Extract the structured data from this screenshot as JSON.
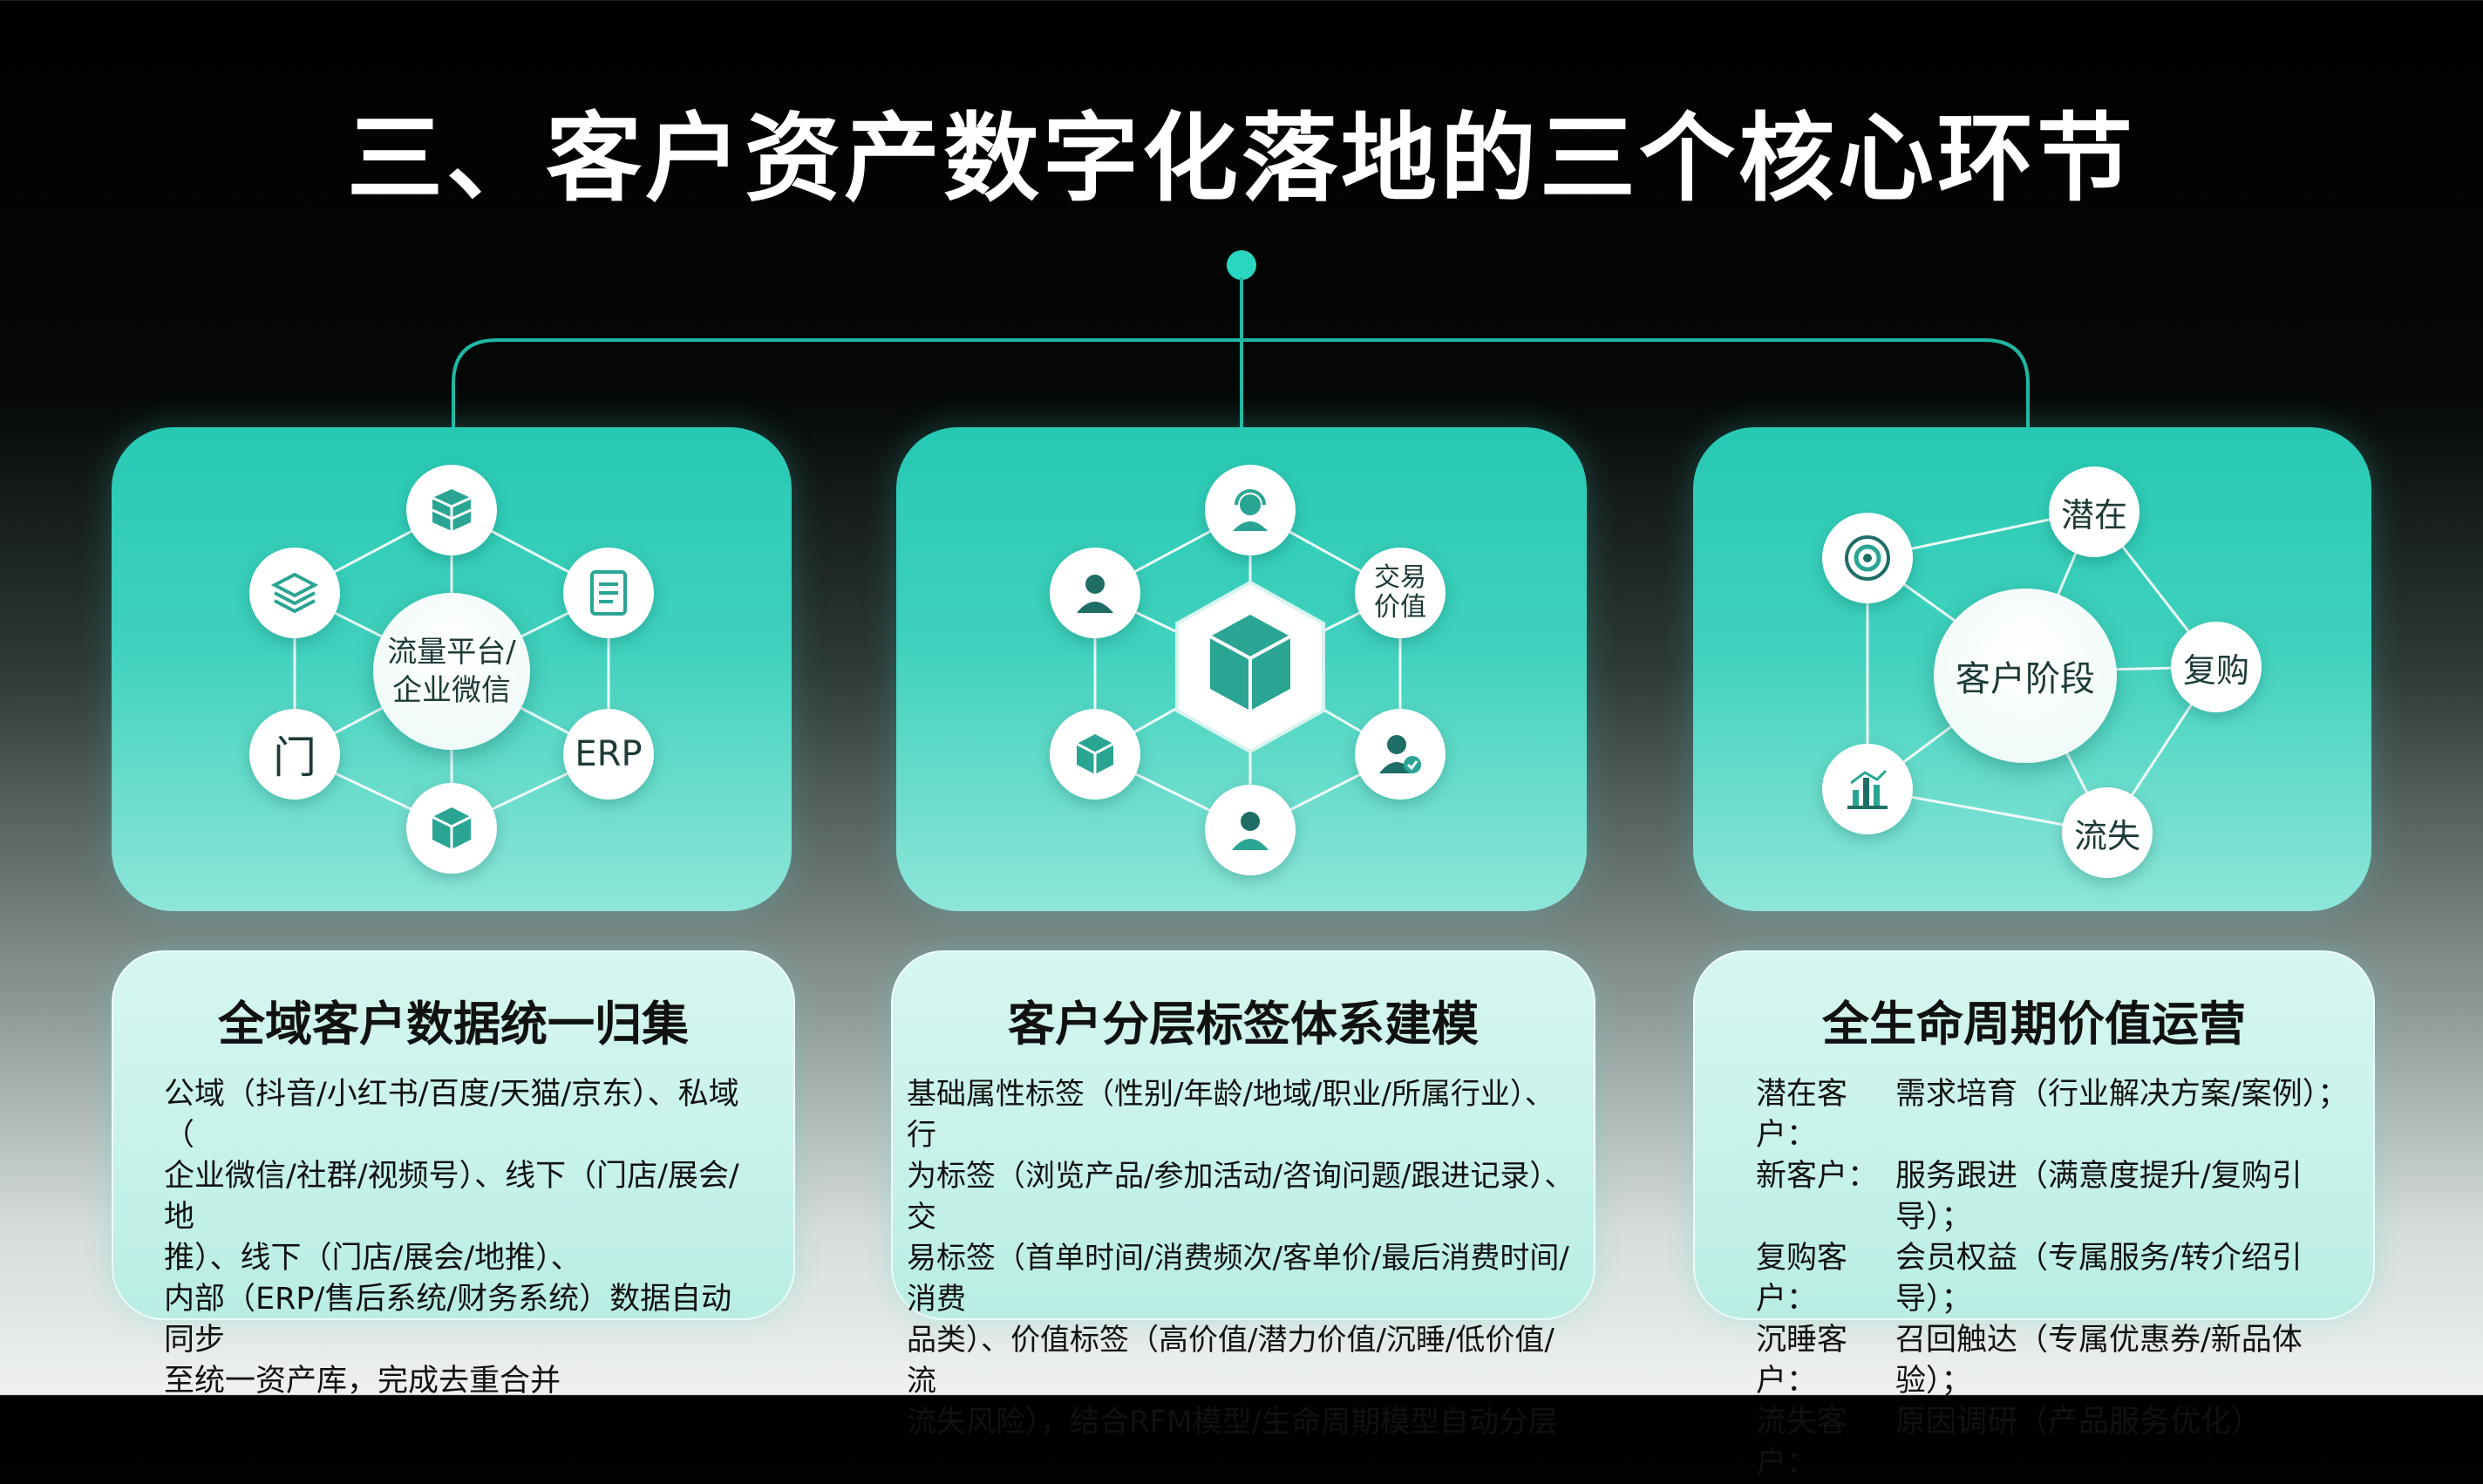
{
  "title": "三、客户资产数字化落地的三个核心环节",
  "colors": {
    "teal": "#2bc7b3",
    "connector": "#1fb8a4",
    "text": "#111111"
  },
  "panel1": {
    "hub": "流量平台/\n企业微信",
    "nodes": {
      "top": "box-stack-icon",
      "upper_left": "layers-icon",
      "upper_right": "document-icon",
      "lower_left": "门",
      "lower_right": "ERP",
      "bottom": "cube-icon"
    }
  },
  "panel2": {
    "nodes": {
      "top": "customer-service-icon",
      "upper_left": "user-icon",
      "upper_right": "交易\n价值",
      "lower_left": "cube-icon",
      "lower_right": "user-tag-icon",
      "bottom": "user-icon"
    }
  },
  "panel3": {
    "hub": "客户阶段",
    "nodes": {
      "potential": "潜在",
      "repurchase": "复购",
      "churn": "流失",
      "eye": "eye-icon",
      "chart": "bar-chart-icon"
    }
  },
  "cards": [
    {
      "title": "全域客户数据统一归集",
      "lines": [
        "公域（抖音/小红书/百度/天猫/京东）、私域（",
        "企业微信/社群/视频号）、线下（门店/展会/地",
        "推）、线下（门店/展会/地推）、",
        "内部（ERP/售后系统/财务系统）数据自动同步",
        "至统一资产库，完成去重合并"
      ]
    },
    {
      "title": "客户分层标签体系建模",
      "lines": [
        "基础属性标签（性别/年龄/地域/职业/所属行业）、行",
        "为标签（浏览产品/参加活动/咨询问题/跟进记录）、交",
        "易标签（首单时间/消费频次/客单价/最后消费时间/消费",
        "品类）、价值标签（高价值/潜力价值/沉睡/低价值/流",
        "流失风险），结合RFM模型/生命周期模型自动分层"
      ]
    },
    {
      "title": "全生命周期价值运营",
      "stages": [
        {
          "k": "潜在客户：",
          "v": "需求培育（行业解决方案/案例）；"
        },
        {
          "k": "新客户：",
          "v": "服务跟进（满意度提升/复购引导）；"
        },
        {
          "k": "复购客户：",
          "v": "会员权益（专属服务/转介绍引导）；"
        },
        {
          "k": "沉睡客户：",
          "v": "召回触达（专属优惠券/新品体验）；"
        },
        {
          "k": "流失客户：",
          "v": "原因调研（产品服务优化）"
        }
      ]
    }
  ]
}
